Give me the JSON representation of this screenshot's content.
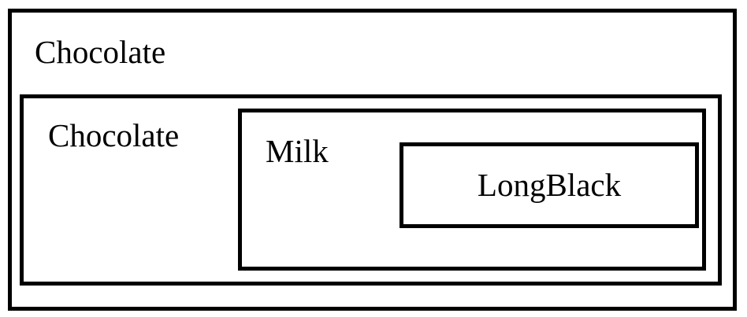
{
  "diagram": {
    "layers": [
      {
        "label": "Chocolate"
      },
      {
        "label": "Chocolate"
      },
      {
        "label": "Milk"
      },
      {
        "label": "LongBlack"
      }
    ]
  }
}
